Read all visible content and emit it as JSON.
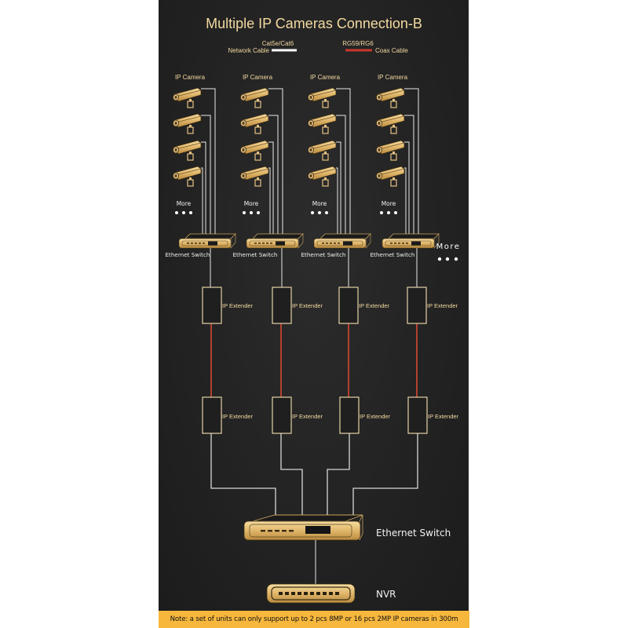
{
  "title": "Multiple IP Cameras Connection-B",
  "legend": {
    "network": {
      "type": "Cat5e/Cat6",
      "label": "Network Cable",
      "color": "#ffffff"
    },
    "coax": {
      "type": "RG59/RG6",
      "label": "Coax Cable",
      "color": "#c8372d"
    }
  },
  "groups": [
    {
      "camera_label": "IP Camera",
      "camera_count": 4,
      "more_label": "More",
      "switch_label": "Ethernet Switch",
      "extender_top_label": "IP Extender",
      "extender_bottom_label": "IP Extender"
    },
    {
      "camera_label": "IP Camera",
      "camera_count": 4,
      "more_label": "More",
      "switch_label": "Ethernet Switch",
      "extender_top_label": "IP Extender",
      "extender_bottom_label": "IP Extender"
    },
    {
      "camera_label": "IP Camera",
      "camera_count": 4,
      "more_label": "More",
      "switch_label": "Ethernet Switch",
      "extender_top_label": "IP Extender",
      "extender_bottom_label": "IP Extender"
    },
    {
      "camera_label": "IP Camera",
      "camera_count": 4,
      "more_label": "More",
      "switch_label": "Ethernet Switch",
      "extender_top_label": "IP Extender",
      "extender_bottom_label": "IP Extender"
    }
  ],
  "more_groups_label": "More",
  "main_switch_label": "Ethernet Switch",
  "nvr_label": "NVR",
  "note": "Note: a set of units can only support up to 2 pcs 8MP or 16 pcs 2MP IP cameras in 300m",
  "colors": {
    "background": "#262626",
    "gold": "#e9c27a",
    "note_bar": "#f6b73c",
    "title": "#f3d9a0"
  }
}
